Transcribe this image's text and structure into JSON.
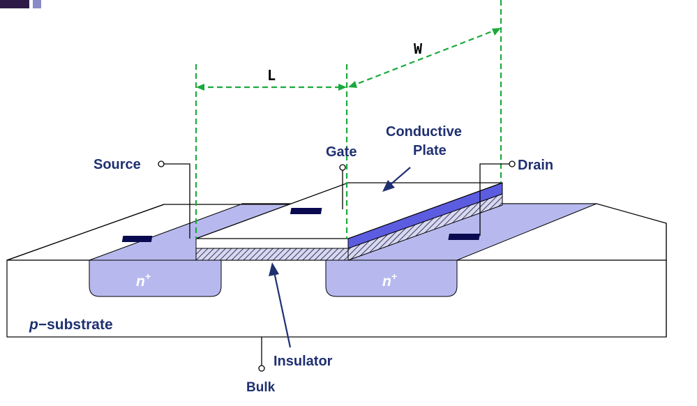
{
  "labels": {
    "source": "Source",
    "gate": "Gate",
    "drain": "Drain",
    "conductive_plate_line1": "Conductive",
    "conductive_plate_line2": "Plate",
    "insulator": "Insulator",
    "bulk": "Bulk",
    "substrate_prefix": "p",
    "substrate_suffix": "−substrate",
    "n_plus_left": "n",
    "n_plus_right": "n",
    "plus_sign": "+",
    "length": "L",
    "width": "W"
  },
  "colors": {
    "label_text": "#1f3071",
    "diffusion_fill": "#b7b9ee",
    "plate_side": "#5c5ce0",
    "dimension_line": "#1aaa3c",
    "contact": "#0a0a50",
    "corner_accent": "#2e1a47"
  }
}
